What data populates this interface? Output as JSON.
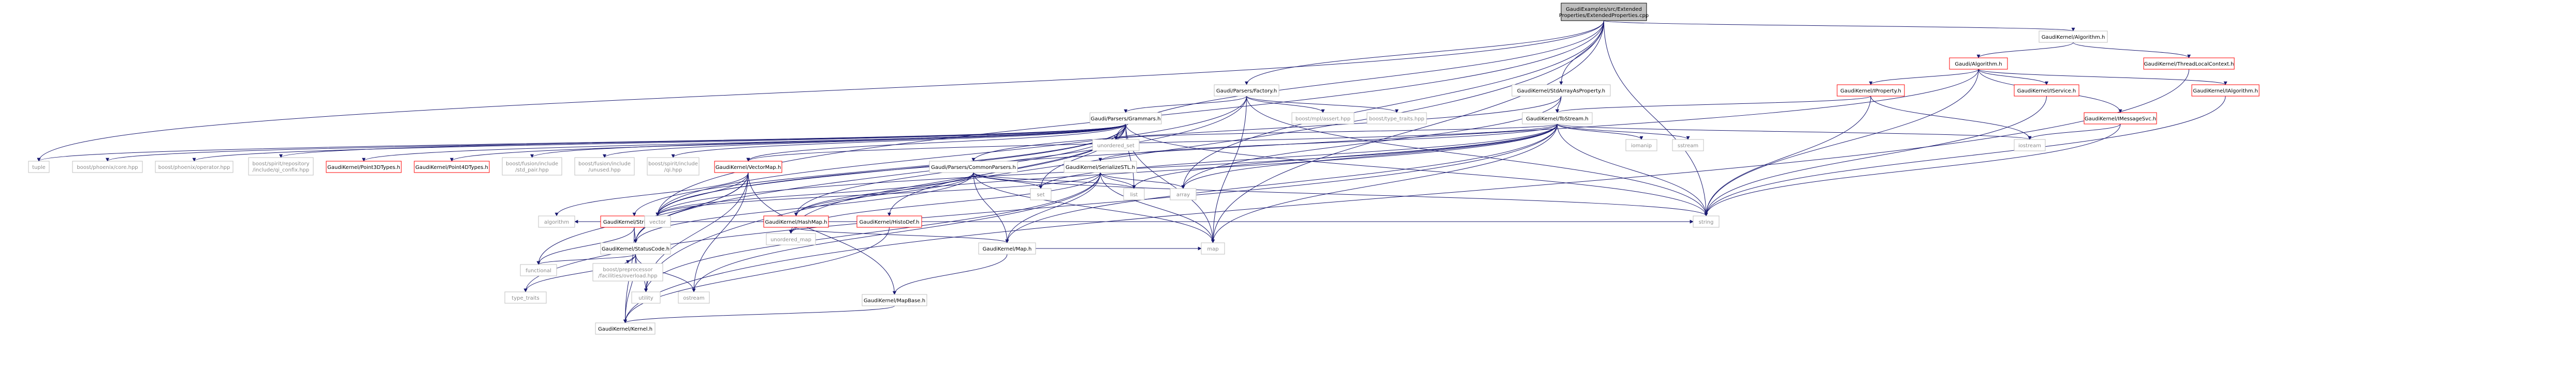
{
  "nodes": [
    {
      "id": "root",
      "lines": [
        "GaudiExamples/src/Extended",
        "Properties/ExtendedProperties.cpp"
      ],
      "kind": "focus"
    },
    {
      "id": "algorithm_h",
      "lines": [
        "GaudiKernel/Algorithm.h"
      ],
      "kind": "normal"
    },
    {
      "id": "gaudi_algorithm",
      "lines": [
        "Gaudi/Algorithm.h"
      ],
      "kind": "hl"
    },
    {
      "id": "threadlocal",
      "lines": [
        "GaudiKernel/ThreadLocalContext.h"
      ],
      "kind": "hl"
    },
    {
      "id": "iproperty",
      "lines": [
        "GaudiKernel/IProperty.h"
      ],
      "kind": "hl"
    },
    {
      "id": "iservice",
      "lines": [
        "GaudiKernel/IService.h"
      ],
      "kind": "hl"
    },
    {
      "id": "ialgorithm",
      "lines": [
        "GaudiKernel/IAlgorithm.h"
      ],
      "kind": "hl"
    },
    {
      "id": "imessagesvc",
      "lines": [
        "GaudiKernel/IMessageSvc.h"
      ],
      "kind": "hl"
    },
    {
      "id": "stdarrays",
      "lines": [
        "GaudiKernel/StdArrayAsProperty.h"
      ],
      "kind": "normal"
    },
    {
      "id": "tostream",
      "lines": [
        "GaudiKernel/ToStream.h"
      ],
      "kind": "normal"
    },
    {
      "id": "parsers_factory",
      "lines": [
        "Gaudi/Parsers/Factory.h"
      ],
      "kind": "normal"
    },
    {
      "id": "grammars",
      "lines": [
        "Gaudi/Parsers/Grammars.h"
      ],
      "kind": "normal"
    },
    {
      "id": "mpl_assert",
      "lines": [
        "boost/mpl/assert.hpp"
      ],
      "kind": "sys"
    },
    {
      "id": "type_traits_hpp",
      "lines": [
        "boost/type_traits.hpp"
      ],
      "kind": "sys"
    },
    {
      "id": "tuple",
      "lines": [
        "tuple"
      ],
      "kind": "sys"
    },
    {
      "id": "phoenix_core",
      "lines": [
        "boost/phoenix/core.hpp"
      ],
      "kind": "sys"
    },
    {
      "id": "phoenix_op",
      "lines": [
        "boost/phoenix/operator.hpp"
      ],
      "kind": "sys"
    },
    {
      "id": "spirit_repo",
      "lines": [
        "boost/spirit/repository",
        "/include/qi_confix.hpp"
      ],
      "kind": "sys"
    },
    {
      "id": "point3d",
      "lines": [
        "GaudiKernel/Point3DTypes.h"
      ],
      "kind": "hl"
    },
    {
      "id": "point4d",
      "lines": [
        "GaudiKernel/Point4DTypes.h"
      ],
      "kind": "hl"
    },
    {
      "id": "fusion_pair",
      "lines": [
        "boost/fusion/include",
        "/std_pair.hpp"
      ],
      "kind": "sys"
    },
    {
      "id": "fusion_unused",
      "lines": [
        "boost/fusion/include",
        "/unused.hpp"
      ],
      "kind": "sys"
    },
    {
      "id": "spirit_qi",
      "lines": [
        "boost/spirit/include",
        "/qi.hpp"
      ],
      "kind": "sys"
    },
    {
      "id": "vectormap",
      "lines": [
        "GaudiKernel/VectorMap.h"
      ],
      "kind": "hl"
    },
    {
      "id": "stringkey",
      "lines": [
        "GaudiKernel/StringKey.h"
      ],
      "kind": "hl"
    },
    {
      "id": "hashmap",
      "lines": [
        "GaudiKernel/HashMap.h"
      ],
      "kind": "hl"
    },
    {
      "id": "histodef",
      "lines": [
        "GaudiKernel/HistoDef.h"
      ],
      "kind": "hl"
    },
    {
      "id": "commonparsers",
      "lines": [
        "Gaudi/Parsers/CommonParsers.h"
      ],
      "kind": "normal"
    },
    {
      "id": "serializestl",
      "lines": [
        "GaudiKernel/SerializeSTL.h"
      ],
      "kind": "normal"
    },
    {
      "id": "statuscode",
      "lines": [
        "GaudiKernel/StatusCode.h"
      ],
      "kind": "normal"
    },
    {
      "id": "gk_map",
      "lines": [
        "GaudiKernel/Map.h"
      ],
      "kind": "normal"
    },
    {
      "id": "mapbase",
      "lines": [
        "GaudiKernel/MapBase.h"
      ],
      "kind": "normal"
    },
    {
      "id": "kernel",
      "lines": [
        "GaudiKernel/Kernel.h"
      ],
      "kind": "normal"
    },
    {
      "id": "overload",
      "lines": [
        "boost/preprocessor",
        "/facilities/overload.hpp"
      ],
      "kind": "sys"
    },
    {
      "id": "unordered_set",
      "lines": [
        "unordered_set"
      ],
      "kind": "sys"
    },
    {
      "id": "iostream",
      "lines": [
        "iostream"
      ],
      "kind": "sys"
    },
    {
      "id": "iomanip",
      "lines": [
        "iomanip"
      ],
      "kind": "sys"
    },
    {
      "id": "sstream",
      "lines": [
        "sstream"
      ],
      "kind": "sys"
    },
    {
      "id": "array",
      "lines": [
        "array"
      ],
      "kind": "sys"
    },
    {
      "id": "set",
      "lines": [
        "set"
      ],
      "kind": "sys"
    },
    {
      "id": "list",
      "lines": [
        "list"
      ],
      "kind": "sys"
    },
    {
      "id": "string",
      "lines": [
        "string"
      ],
      "kind": "sys"
    },
    {
      "id": "vector",
      "lines": [
        "vector"
      ],
      "kind": "sys"
    },
    {
      "id": "algorithm",
      "lines": [
        "algorithm"
      ],
      "kind": "sys"
    },
    {
      "id": "unordered_map",
      "lines": [
        "unordered_map"
      ],
      "kind": "sys"
    },
    {
      "id": "functional",
      "lines": [
        "functional"
      ],
      "kind": "sys"
    },
    {
      "id": "utility",
      "lines": [
        "utility"
      ],
      "kind": "sys"
    },
    {
      "id": "ostream",
      "lines": [
        "ostream"
      ],
      "kind": "sys"
    },
    {
      "id": "map",
      "lines": [
        "map"
      ],
      "kind": "sys"
    },
    {
      "id": "type_traits",
      "lines": [
        "type_traits"
      ],
      "kind": "sys"
    }
  ],
  "edges": [
    [
      "root",
      "algorithm_h"
    ],
    [
      "root",
      "stdarrays"
    ],
    [
      "root",
      "parsers_factory"
    ],
    [
      "root",
      "tuple"
    ],
    [
      "root",
      "vector"
    ],
    [
      "root",
      "map"
    ],
    [
      "root",
      "string"
    ],
    [
      "root",
      "utility"
    ],
    [
      "root",
      "unordered_set"
    ],
    [
      "root",
      "array"
    ],
    [
      "algorithm_h",
      "gaudi_algorithm"
    ],
    [
      "algorithm_h",
      "threadlocal"
    ],
    [
      "gaudi_algorithm",
      "iproperty"
    ],
    [
      "gaudi_algorithm",
      "iservice"
    ],
    [
      "gaudi_algorithm",
      "ialgorithm"
    ],
    [
      "gaudi_algorithm",
      "imessagesvc"
    ],
    [
      "gaudi_algorithm",
      "string"
    ],
    [
      "gaudi_algorithm",
      "vector"
    ],
    [
      "threadlocal",
      "kernel"
    ],
    [
      "iproperty",
      "tostream"
    ],
    [
      "iproperty",
      "string"
    ],
    [
      "iproperty",
      "iostream"
    ],
    [
      "iservice",
      "string"
    ],
    [
      "ialgorithm",
      "string"
    ],
    [
      "imessagesvc",
      "string"
    ],
    [
      "imessagesvc",
      "iostream"
    ],
    [
      "stdarrays",
      "tostream"
    ],
    [
      "stdarrays",
      "commonparsers"
    ],
    [
      "stdarrays",
      "array"
    ],
    [
      "tostream",
      "vectormap"
    ],
    [
      "tostream",
      "iostream"
    ],
    [
      "tostream",
      "iomanip"
    ],
    [
      "tostream",
      "sstream"
    ],
    [
      "tostream",
      "serializestl"
    ],
    [
      "tostream",
      "hashmap"
    ],
    [
      "tostream",
      "gk_map"
    ],
    [
      "tostream",
      "array"
    ],
    [
      "tostream",
      "set"
    ],
    [
      "tostream",
      "list"
    ],
    [
      "tostream",
      "string"
    ],
    [
      "tostream",
      "vector"
    ],
    [
      "tostream",
      "map"
    ],
    [
      "tostream",
      "type_traits"
    ],
    [
      "tostream",
      "unordered_set"
    ],
    [
      "parsers_factory",
      "grammars"
    ],
    [
      "parsers_factory",
      "mpl_assert"
    ],
    [
      "parsers_factory",
      "type_traits_hpp"
    ],
    [
      "parsers_factory",
      "string"
    ],
    [
      "parsers_factory",
      "vector"
    ],
    [
      "parsers_factory",
      "map"
    ],
    [
      "parsers_factory",
      "statuscode"
    ],
    [
      "grammars",
      "tuple"
    ],
    [
      "grammars",
      "phoenix_core"
    ],
    [
      "grammars",
      "phoenix_op"
    ],
    [
      "grammars",
      "spirit_repo"
    ],
    [
      "grammars",
      "point3d"
    ],
    [
      "grammars",
      "point4d"
    ],
    [
      "grammars",
      "fusion_pair"
    ],
    [
      "grammars",
      "fusion_unused"
    ],
    [
      "grammars",
      "spirit_qi"
    ],
    [
      "grammars",
      "vectormap"
    ],
    [
      "grammars",
      "stringkey"
    ],
    [
      "grammars",
      "hashmap"
    ],
    [
      "grammars",
      "histodef"
    ],
    [
      "grammars",
      "unordered_set"
    ],
    [
      "grammars",
      "set"
    ],
    [
      "grammars",
      "list"
    ],
    [
      "grammars",
      "vector"
    ],
    [
      "grammars",
      "map"
    ],
    [
      "grammars",
      "string"
    ],
    [
      "grammars",
      "unordered_map"
    ],
    [
      "commonparsers",
      "gk_map"
    ],
    [
      "commonparsers",
      "hashmap"
    ],
    [
      "commonparsers",
      "vector"
    ],
    [
      "commonparsers",
      "set"
    ],
    [
      "commonparsers",
      "list"
    ],
    [
      "commonparsers",
      "map"
    ],
    [
      "commonparsers",
      "string"
    ],
    [
      "commonparsers",
      "statuscode"
    ],
    [
      "serializestl",
      "gk_map"
    ],
    [
      "serializestl",
      "array"
    ],
    [
      "serializestl",
      "list"
    ],
    [
      "serializestl",
      "map"
    ],
    [
      "serializestl",
      "vector"
    ],
    [
      "serializestl",
      "ostream"
    ],
    [
      "serializestl",
      "utility"
    ],
    [
      "serializestl",
      "unordered_map"
    ],
    [
      "vectormap",
      "algorithm"
    ],
    [
      "vectormap",
      "vector"
    ],
    [
      "vectormap",
      "functional"
    ],
    [
      "vectormap",
      "utility"
    ],
    [
      "vectormap",
      "ostream"
    ],
    [
      "vectormap",
      "statuscode"
    ],
    [
      "vectormap",
      "mapbase"
    ],
    [
      "stringkey",
      "statuscode"
    ],
    [
      "stringkey",
      "string"
    ],
    [
      "stringkey",
      "functional"
    ],
    [
      "stringkey",
      "algorithm"
    ],
    [
      "stringkey",
      "vector"
    ],
    [
      "stringkey",
      "kernel"
    ],
    [
      "hashmap",
      "gk_map"
    ],
    [
      "hashmap",
      "unordered_map"
    ],
    [
      "histodef",
      "string"
    ],
    [
      "histodef",
      "kernel"
    ],
    [
      "statuscode",
      "kernel"
    ],
    [
      "statuscode",
      "overload"
    ],
    [
      "statuscode",
      "ostream"
    ],
    [
      "statuscode",
      "type_traits"
    ],
    [
      "statuscode",
      "utility"
    ],
    [
      "statuscode",
      "functional"
    ],
    [
      "gk_map",
      "mapbase"
    ],
    [
      "gk_map",
      "map"
    ],
    [
      "mapbase",
      "kernel"
    ]
  ]
}
